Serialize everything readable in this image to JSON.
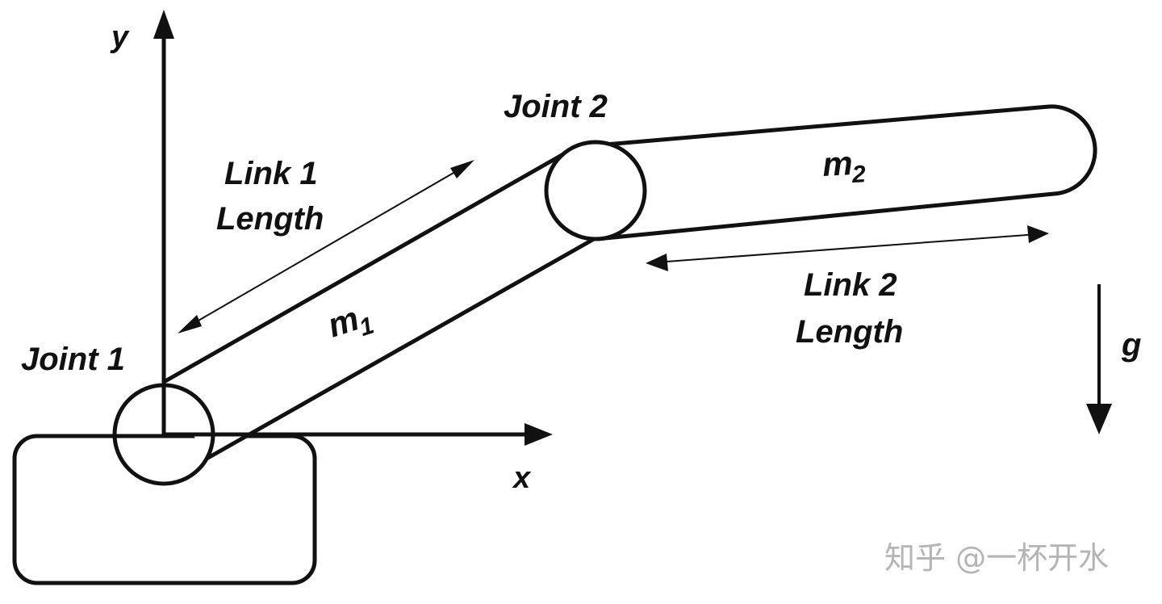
{
  "diagram": {
    "title": "Two-link planar robot arm",
    "axes": {
      "x_label": "x",
      "y_label": "y"
    },
    "joints": [
      {
        "id": "joint-1",
        "label": "Joint 1"
      },
      {
        "id": "joint-2",
        "label": "Joint 2"
      }
    ],
    "links": [
      {
        "id": "link-1",
        "mass_label": "m",
        "mass_subscript": "1",
        "length_label_line1": "Link 1",
        "length_label_line2": "Length"
      },
      {
        "id": "link-2",
        "mass_label": "m",
        "mass_subscript": "2",
        "length_label_line1": "Link 2",
        "length_label_line2": "Length"
      }
    ],
    "gravity_label": "g",
    "watermark": "知乎 @一杯开水",
    "colors": {
      "stroke": "#111111",
      "background": "#ffffff",
      "watermark": "#b4b4b4"
    }
  }
}
